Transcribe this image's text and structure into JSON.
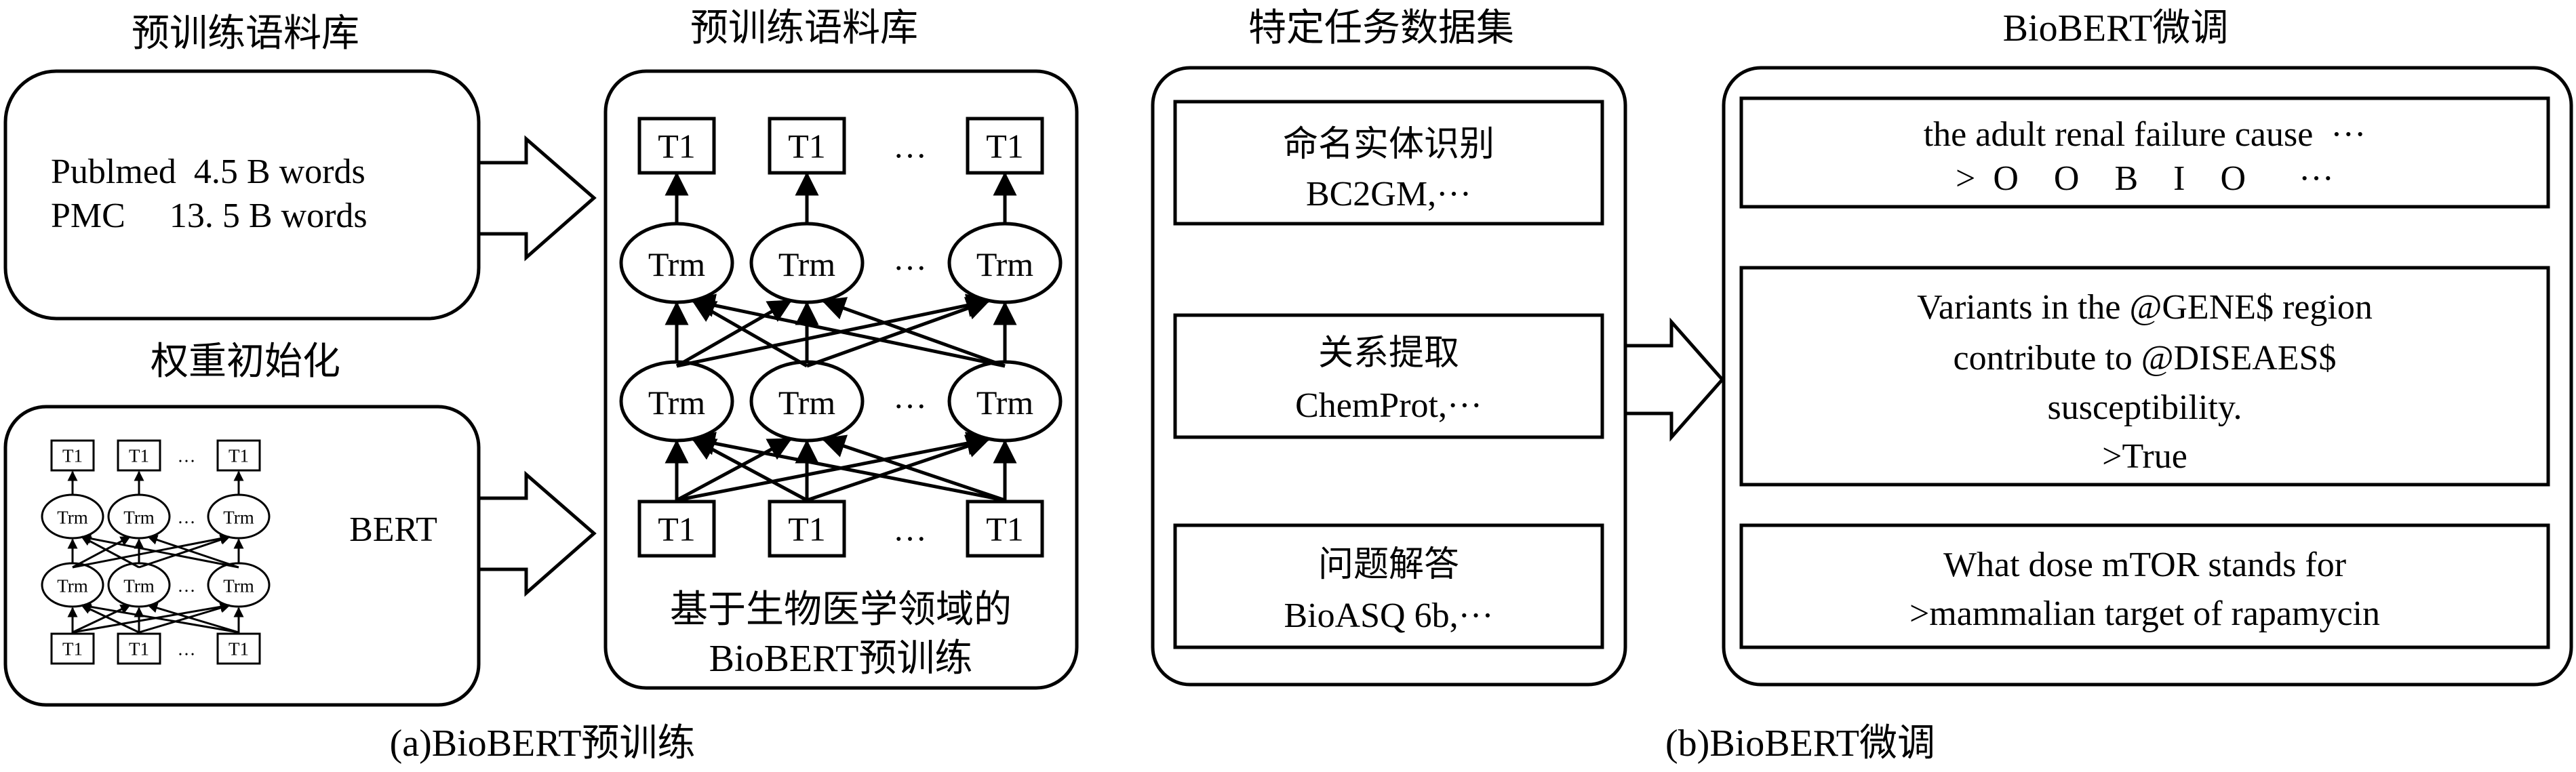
{
  "panel_a": {
    "caption": "(a)BioBERT预训练",
    "corpus_header": "预训练语料库",
    "corpus_line1": "Publmed  4.5 B words",
    "corpus_line2": "PMC     13. 5 B words",
    "init_header": "权重初始化",
    "bert_label": "BERT",
    "pretrain_header": "预训练语料库",
    "pretrain_caption_line1": "基于生物医学领域的",
    "pretrain_caption_line2": "BioBERT预训练",
    "token_label": "T1",
    "trm_label": "Trm",
    "ellipsis": "…"
  },
  "panel_b": {
    "caption": "(b)BioBERT微调",
    "task_header": "特定任务数据集",
    "tasks": [
      {
        "name": "命名实体识别",
        "dataset": "BC2GM,···"
      },
      {
        "name": "关系提取",
        "dataset": "ChemProt,···"
      },
      {
        "name": "问题解答",
        "dataset": "BioASQ 6b,···"
      }
    ],
    "finetune_header": "BioBERT微调",
    "examples": [
      {
        "lines": [
          "the adult renal failure cause  ···",
          ">  O    O    B    I    O      ···"
        ]
      },
      {
        "lines": [
          "Variants in the @GENE$ region",
          "contribute to @DISEAES$",
          "susceptibility.",
          ">True"
        ]
      },
      {
        "lines": [
          "What dose mTOR stands for",
          ">mammalian target of rapamycin"
        ]
      }
    ]
  }
}
